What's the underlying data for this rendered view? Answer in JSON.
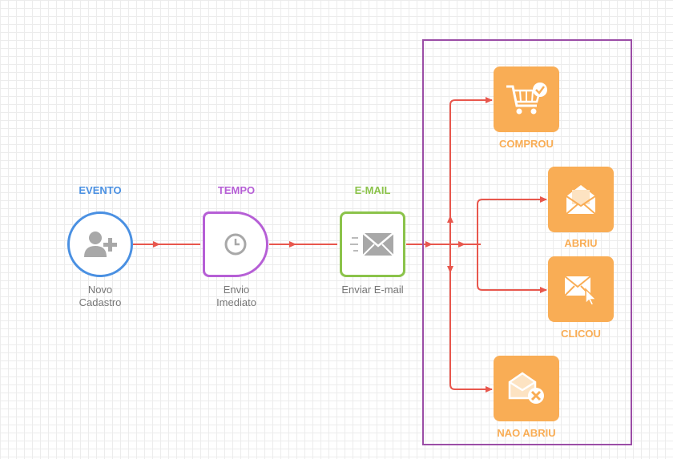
{
  "colors": {
    "event": "#4a90e2",
    "time": "#b65fd6",
    "email": "#8bc34a",
    "action": "#f9ad55",
    "connector": "#e8574d",
    "group_border": "#9b4da6",
    "caption": "#777777"
  },
  "nodes": {
    "event": {
      "label": "EVENTO",
      "caption_line1": "Novo",
      "caption_line2": "Cadastro",
      "icon": "add-user-icon"
    },
    "time": {
      "label": "TEMPO",
      "caption_line1": "Envio",
      "caption_line2": "Imediato",
      "icon": "clock-icon"
    },
    "email": {
      "label": "E-MAIL",
      "caption": "Enviar E-mail",
      "icon": "send-mail-icon"
    }
  },
  "outcomes": [
    {
      "label": "COMPROU",
      "icon": "shopping-cart-icon"
    },
    {
      "label": "ABRIU",
      "icon": "open-envelope-icon"
    },
    {
      "label": "CLICOU",
      "icon": "clicked-envelope-icon"
    },
    {
      "label": "NAO ABRIU",
      "icon": "unopened-mail-icon"
    }
  ]
}
